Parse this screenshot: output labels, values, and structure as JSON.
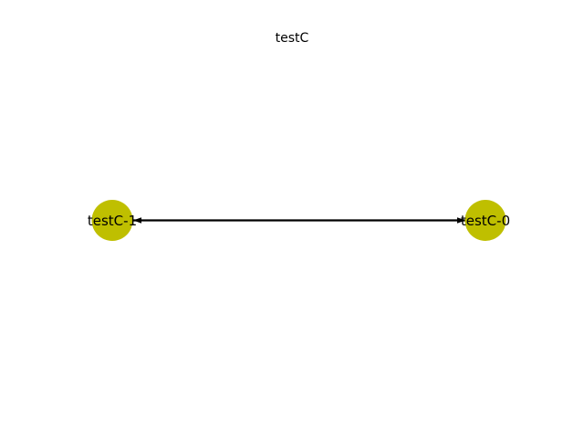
{
  "title": "testC",
  "colors": {
    "node_fill": "#bfbf00",
    "edge": "#000000",
    "text": "#000000",
    "background": "#ffffff"
  },
  "nodes": [
    {
      "id": "testC-0",
      "label": "testC-0"
    },
    {
      "id": "testC-1",
      "label": "testC-1"
    }
  ],
  "edges": [
    {
      "from": "testC-0",
      "to": "testC-1",
      "arrow_ends": "both"
    }
  ]
}
